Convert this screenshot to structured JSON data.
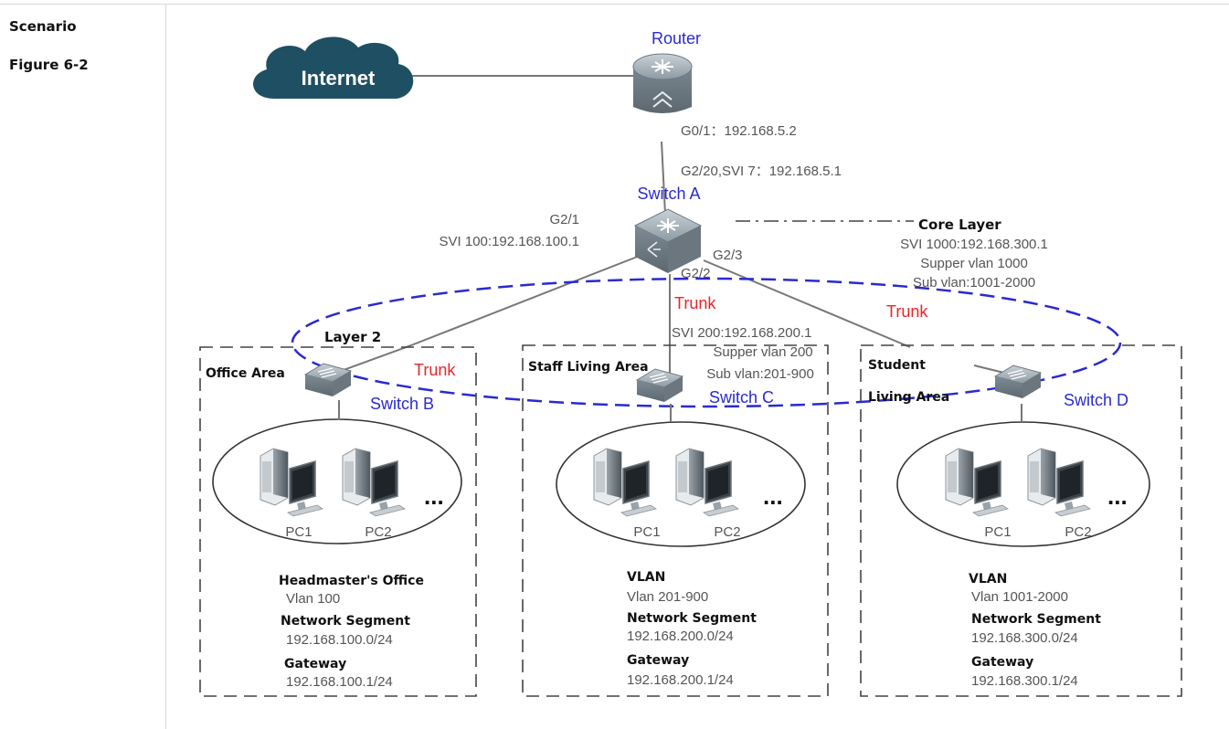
{
  "sidebar": {
    "scenario": "Scenario",
    "figure": "Figure 6-2"
  },
  "cloud_label": "Internet",
  "router": {
    "name": "Router",
    "port": "G0/1：192.168.5.2"
  },
  "switch_a": {
    "name": "Switch A",
    "uplink": "G2/20,SVI 7：192.168.5.1",
    "g21": "G2/1",
    "svi100": "SVI 100:192.168.100.1",
    "g22": "G2/2",
    "g23": "G2/3"
  },
  "core_layer": {
    "title": "Core Layer",
    "svi": "SVI 1000:192.168.300.1",
    "supervlan": "Supper vlan 1000",
    "subvlan": "Sub vlan:1001-2000"
  },
  "layer2": "Layer 2",
  "trunk": "Trunk",
  "switch_c_info": {
    "svi": "SVI 200:192.168.200.1",
    "supervlan": "Supper vlan 200",
    "subvlan": "Sub vlan:201-900"
  },
  "areas": [
    {
      "title": "Office Area",
      "switch": "Switch B",
      "pc1": "PC1",
      "pc2": "PC2",
      "more": "...",
      "h1": "Headmaster's Office",
      "v1": "Vlan 100",
      "h2": "Network Segment",
      "v2": "192.168.100.0/24",
      "h3": "Gateway",
      "v3": "192.168.100.1/24"
    },
    {
      "title": "Staff Living Area",
      "switch": "Switch C",
      "pc1": "PC1",
      "pc2": "PC2",
      "more": "...",
      "h1": "VLAN",
      "v1": "Vlan 201-900",
      "h2": "Network Segment",
      "v2": "192.168.200.0/24",
      "h3": "Gateway",
      "v3": "192.168.200.1/24"
    },
    {
      "title": "Student",
      "title2": "Living Area",
      "switch": "Switch D",
      "pc1": "PC1",
      "pc2": "PC2",
      "more": "...",
      "h1": "VLAN",
      "v1": "Vlan 1001-2000",
      "h2": "Network Segment",
      "v2": "192.168.300.0/24",
      "h3": "Gateway",
      "v3": "192.168.300.1/24"
    }
  ],
  "colors": {
    "router_body": "#8d9aa3",
    "cloud": "#1f4f62",
    "ellipse": "#2a2ad0",
    "trunk": "#e8262a"
  }
}
